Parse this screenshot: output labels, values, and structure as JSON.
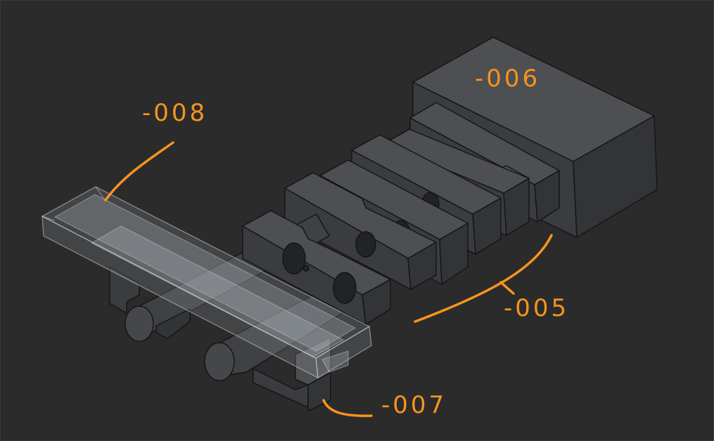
{
  "annotations": [
    {
      "id": "part-006",
      "text": "-006"
    },
    {
      "id": "part-008",
      "text": "-008"
    },
    {
      "id": "part-005",
      "text": "-005"
    },
    {
      "id": "part-007",
      "text": "-007"
    }
  ],
  "colors": {
    "background": "#2b2b2b",
    "annotation": "#f7941d",
    "solid_body": "#45474a",
    "transparent_part": "#9aa0a6"
  }
}
